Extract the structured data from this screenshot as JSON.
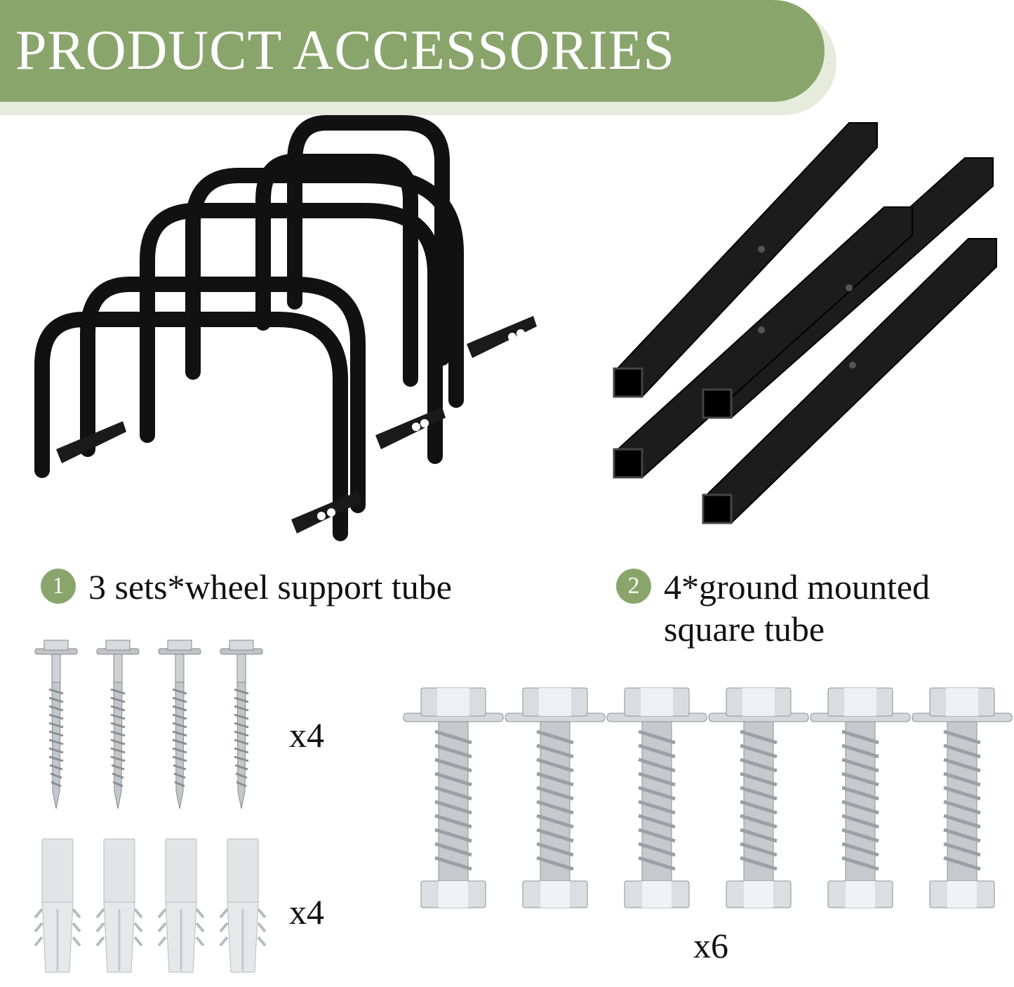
{
  "banner": {
    "title": "PRODUCT ACCESSORIES"
  },
  "items": [
    {
      "number": "1",
      "label": "3 sets*wheel support tube",
      "icon": "wheel-support-tube-icon"
    },
    {
      "number": "2",
      "label_line1": "4*ground mounted",
      "label_line2": "square tube",
      "icon": "square-tube-icon"
    }
  ],
  "hardware": {
    "screws_qty": "x4",
    "anchors_qty": "x4",
    "bolts_qty": "x6"
  },
  "colors": {
    "accent": "#8aa56c",
    "banner_shadow": "#e6ebdc",
    "metal_black": "#111111",
    "steel": "#c8ccd0"
  }
}
